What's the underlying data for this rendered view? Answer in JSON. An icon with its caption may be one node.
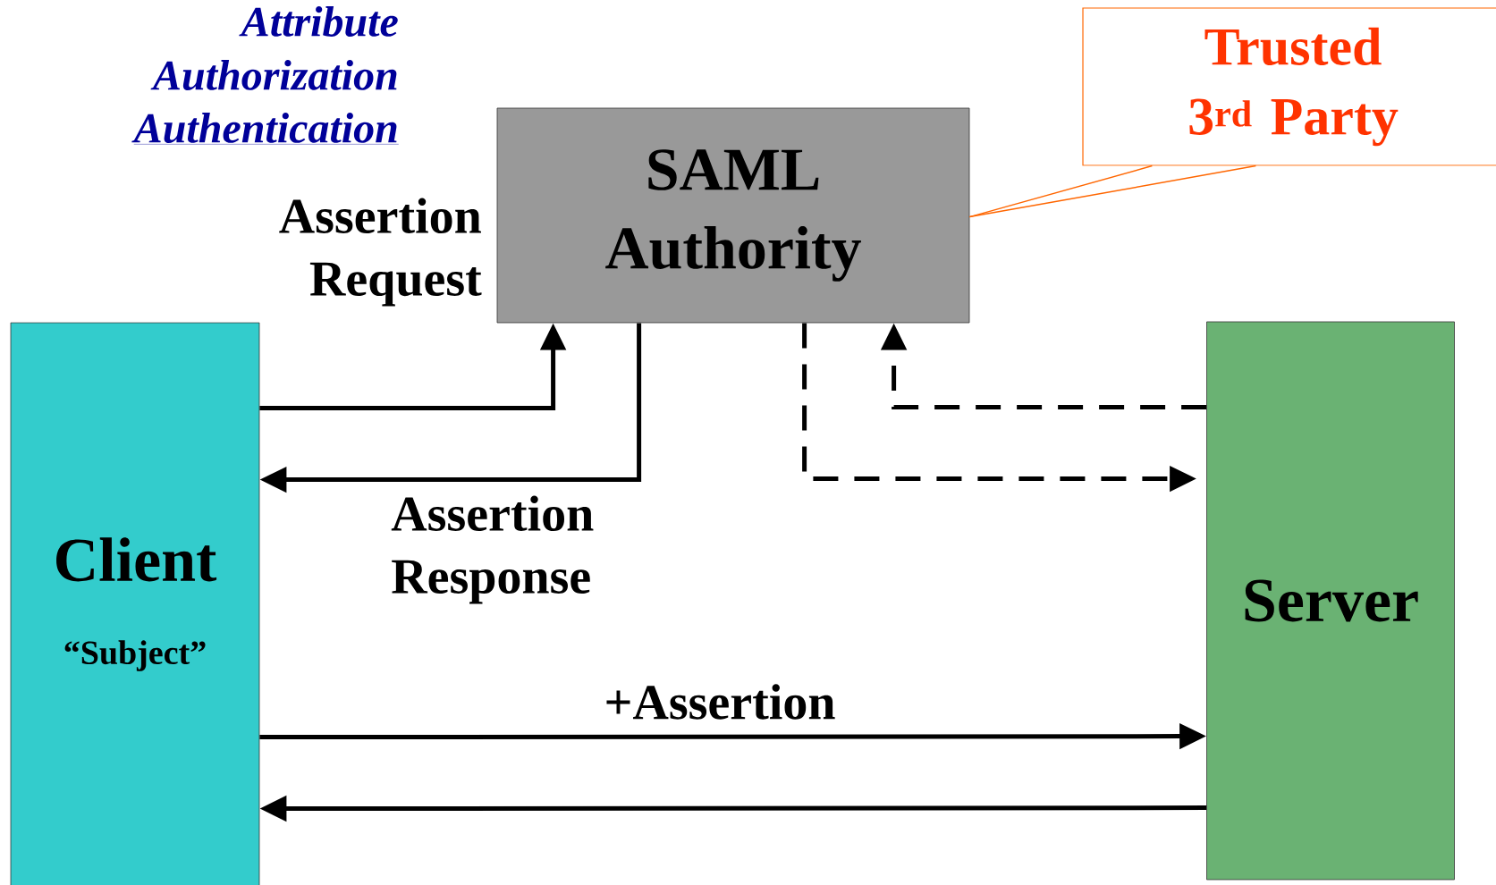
{
  "diagram": {
    "nodes": [
      {
        "text": [
          "SAML Authority"
        ]
      },
      {
        "text": [
          "Client",
          "“Subject”"
        ]
      },
      {
        "text": [
          "Server"
        ]
      },
      {
        "text": [
          "Trusted 3$^{rd}$ Party"
        ]
      }
    ],
    "edges": [
      {
        "from": 1,
        "to": 0,
        "arrow": "to",
        "label": "Assertion Request"
      },
      {
        "from": 0,
        "to": 1,
        "arrow": "to",
        "label": "Assertion Response"
      },
      {
        "from": 0,
        "to": 2,
        "arrow": "to",
        "style": "dashed"
      },
      {
        "from": 2,
        "to": 0,
        "arrow": "to",
        "style": "dashed"
      },
      {
        "from": 1,
        "to": 2,
        "arrow": "to",
        "label": "+Assertion"
      },
      {
        "from": 2,
        "to": 1,
        "arrow": "to"
      },
      {
        "from": 3,
        "to": 0,
        "arrow": "none",
        "color": "#ff6600"
      }
    ],
    "labels": [
      "Attribute",
      "Authorization",
      "Authentication"
    ]
  }
}
